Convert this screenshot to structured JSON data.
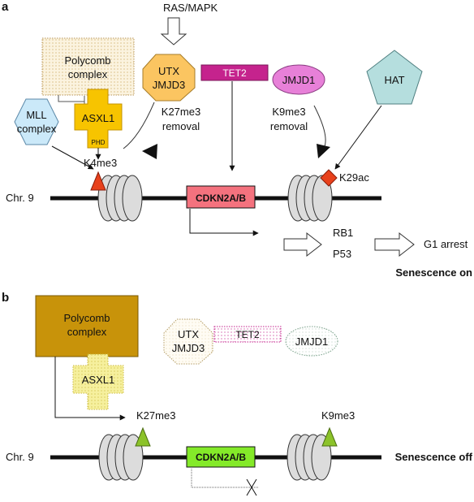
{
  "panel_a": {
    "label": "a",
    "ras_mapk": "RAS/MAPK",
    "polycomb_line1": "Polycomb",
    "polycomb_line2": "complex",
    "utx_line1": "UTX",
    "utx_line2": "JMJD3",
    "tet2": "TET2",
    "jmjd1": "JMJD1",
    "hat": "HAT",
    "mll_line1": "MLL",
    "mll_line2": "complex",
    "asxl1": "ASXL1",
    "phd": "PHD",
    "k27_line1": "K27me3",
    "k27_line2": "removal",
    "k9_line1": "K9me3",
    "k9_line2": "removal",
    "k4me3": "K4me3",
    "k29ac": "K29ac",
    "chr": "Chr. 9",
    "gene": "CDKN2A/B",
    "rb1": "RB1",
    "p53": "P53",
    "g1": "G1 arrest",
    "status": "Senescence on"
  },
  "panel_b": {
    "label": "b",
    "polycomb_line1": "Polycomb",
    "polycomb_line2": "complex",
    "utx_line1": "UTX",
    "utx_line2": "JMJD3",
    "tet2": "TET2",
    "jmjd1": "JMJD1",
    "asxl1": "ASXL1",
    "k27me3": "K27me3",
    "k9me3": "K9me3",
    "chr": "Chr. 9",
    "gene": "CDKN2A/B",
    "status": "Senescence off"
  },
  "colors": {
    "polycomb_a": "#fbf3df",
    "asxl1_a": "#f7c400",
    "utx_a": "#fbc561",
    "tet2_a": "#c5238d",
    "jmjd1_a": "#e780d8",
    "mll": "#cbe9f9",
    "hat": "#b5dede",
    "k4_mark": "#e8411c",
    "k29_mark": "#e8411c",
    "gene_a": "#f4727e",
    "polycomb_b": "#c8930a",
    "asxl1_b": "#f6f09e",
    "gene_b": "#84ea29",
    "k_mark_b": "#8cc32a",
    "nucleosome": "#dcdcdc"
  }
}
